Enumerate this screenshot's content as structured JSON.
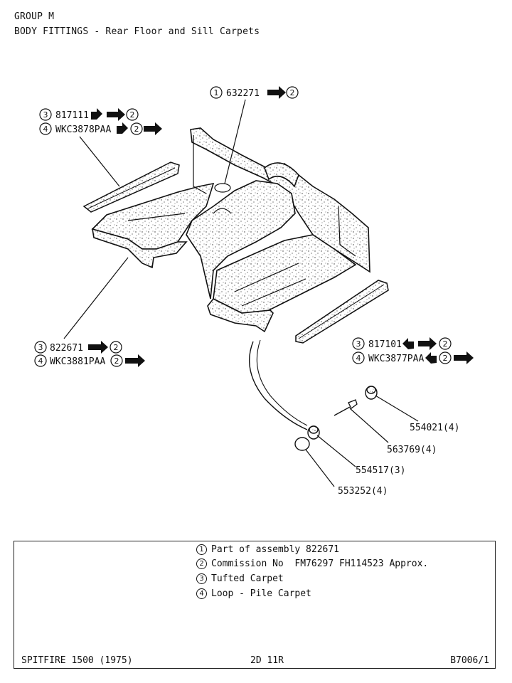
{
  "header": {
    "group": "GROUP M",
    "section": "BODY FITTINGS - Rear Floor and Sill Carpets"
  },
  "callouts": {
    "top_center": {
      "circle": "1",
      "part": "632271",
      "ref": "2"
    },
    "top_left_a": {
      "circle": "3",
      "part": "817111",
      "ref": "2"
    },
    "top_left_b": {
      "circle": "4",
      "part": "WKC3878PAA",
      "ref": "2"
    },
    "mid_left_a": {
      "circle": "3",
      "part": "822671",
      "ref": "2"
    },
    "mid_left_b": {
      "circle": "4",
      "part": "WKC3881PAA",
      "ref": "2"
    },
    "right_a": {
      "circle": "3",
      "part": "817101",
      "ref": "2"
    },
    "right_b": {
      "circle": "4",
      "part": "WKC3877PAA",
      "ref": "2"
    },
    "fastener_1": "554021(4)",
    "fastener_2": "563769(4)",
    "fastener_3": "554517(3)",
    "fastener_4": "553252(4)"
  },
  "legend": {
    "items": [
      {
        "circle": "1",
        "text": "Part of assembly 822671"
      },
      {
        "circle": "2",
        "text": "Commission No  FM76297 FH114523 Approx."
      },
      {
        "circle": "3",
        "text": "Tufted Carpet"
      },
      {
        "circle": "4",
        "text": "Loop - Pile Carpet"
      }
    ]
  },
  "footer": {
    "model": "SPITFIRE 1500 (1975)",
    "page": "2D 11R",
    "ref": "B7006/1"
  }
}
